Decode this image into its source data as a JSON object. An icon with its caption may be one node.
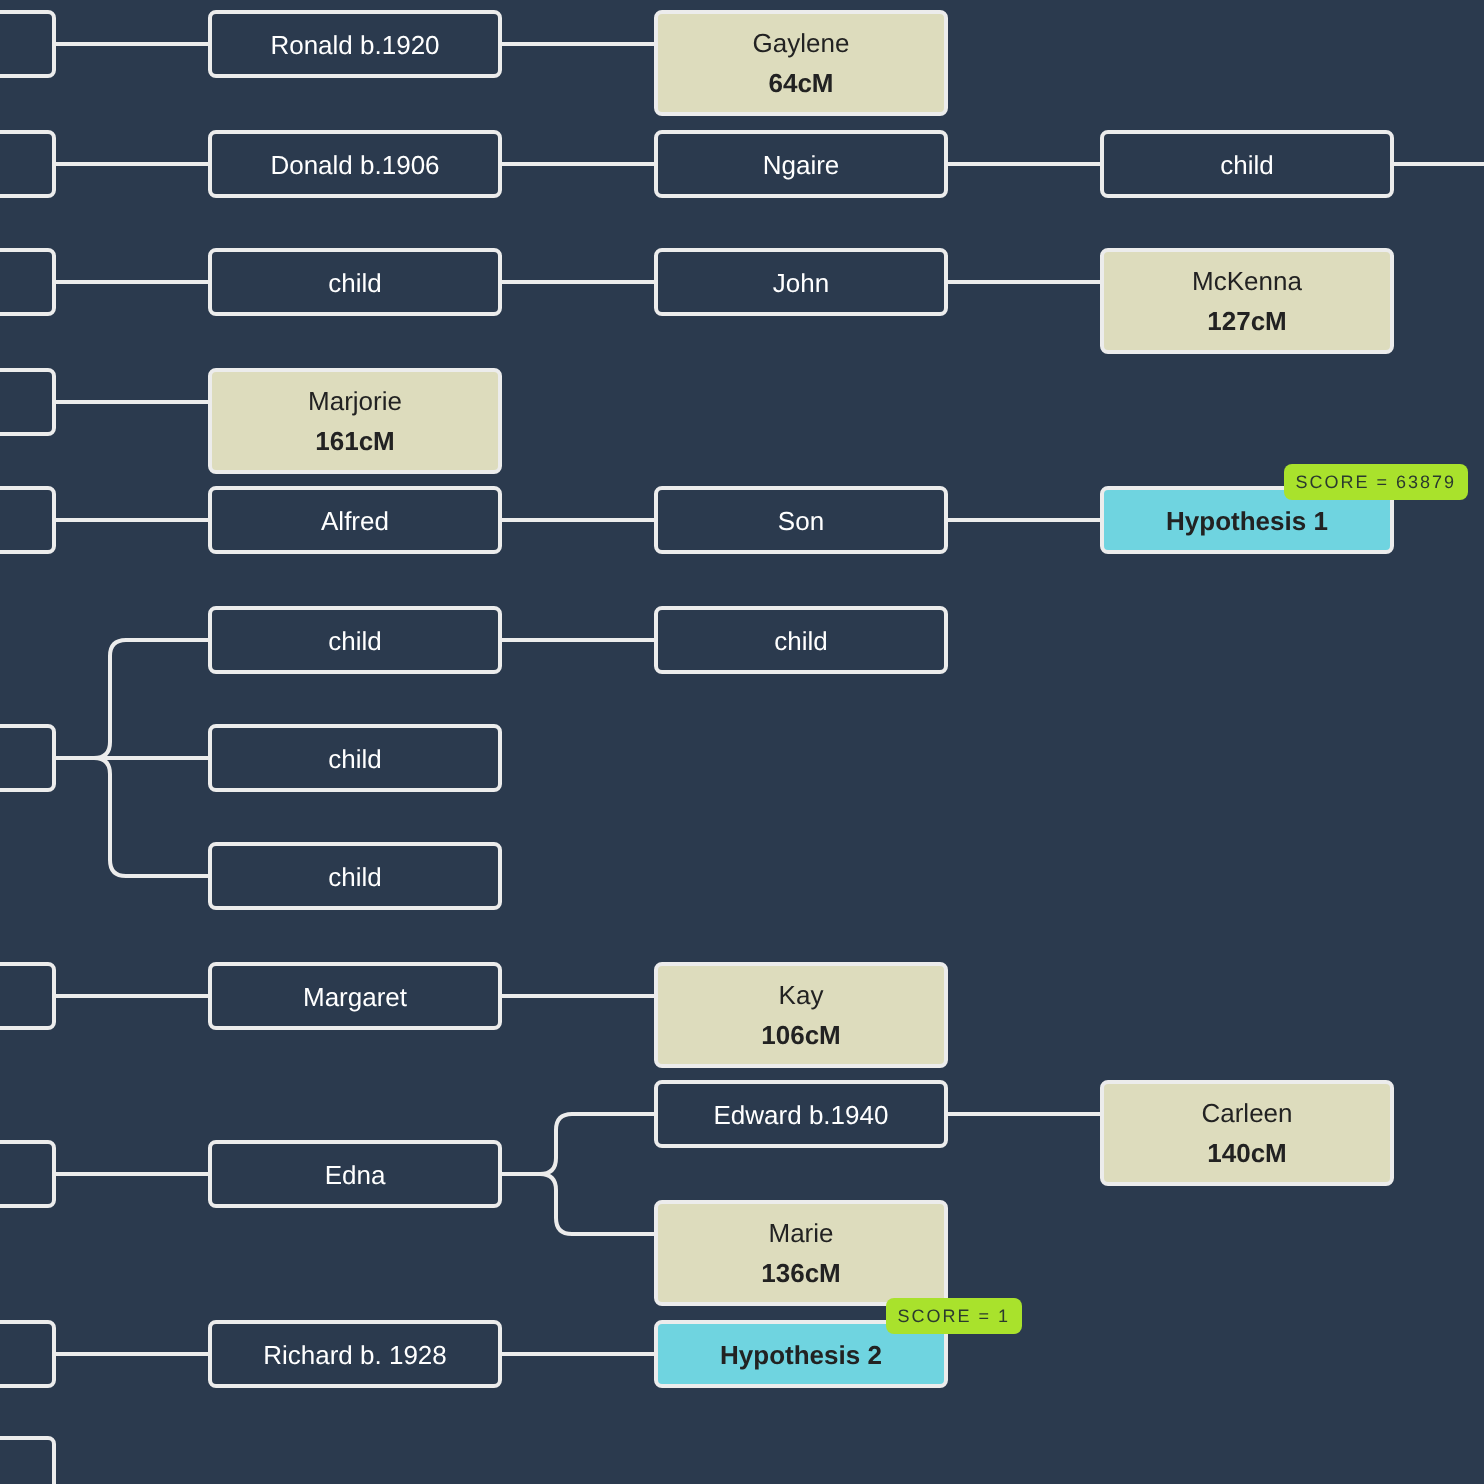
{
  "diagram": {
    "nodes": [
      {
        "text": [],
        "shape": "box"
      },
      {
        "text": [
          "Ronald b.1920"
        ]
      },
      {
        "text": [
          "Gaylene",
          "64cM"
        ]
      },
      {
        "text": [],
        "shape": "box"
      },
      {
        "text": [
          "Donald b.1906"
        ]
      },
      {
        "text": [
          "Ngaire"
        ]
      },
      {
        "text": [
          "child"
        ]
      },
      {
        "text": [],
        "shape": "box"
      },
      {
        "text": [
          "child"
        ]
      },
      {
        "text": [
          "John"
        ]
      },
      {
        "text": [
          "McKenna",
          "127cM"
        ]
      },
      {
        "text": [],
        "shape": "box"
      },
      {
        "text": [
          "Marjorie",
          "161cM"
        ]
      },
      {
        "text": [],
        "shape": "box"
      },
      {
        "text": [
          "Alfred"
        ]
      },
      {
        "text": [
          "Son"
        ]
      },
      {
        "text": [
          "Hypothesis 1"
        ],
        "beside": [
          "SCORE = 63879"
        ]
      },
      {
        "text": [
          "child"
        ]
      },
      {
        "text": [
          "child"
        ]
      },
      {
        "text": [],
        "shape": "box"
      },
      {
        "text": [
          "child"
        ]
      },
      {
        "text": [
          "child"
        ]
      },
      {
        "text": [],
        "shape": "box"
      },
      {
        "text": [
          "Margaret"
        ]
      },
      {
        "text": [
          "Kay",
          "106cM"
        ]
      },
      {
        "text": [
          "Edward b.1940"
        ]
      },
      {
        "text": [
          "Carleen",
          "140cM"
        ]
      },
      {
        "text": [],
        "shape": "box"
      },
      {
        "text": [
          "Edna"
        ]
      },
      {
        "text": [
          "Marie",
          "136cM"
        ]
      },
      {
        "text": [],
        "shape": "box"
      },
      {
        "text": [
          "Richard b. 1928"
        ]
      },
      {
        "text": [
          "Hypothesis 2"
        ],
        "beside": [
          "SCORE = 1"
        ]
      },
      {
        "text": [],
        "shape": "box"
      }
    ],
    "edges": [
      {
        "from": 0,
        "to": 1,
        "arrow": "none"
      },
      {
        "from": 1,
        "to": 2,
        "arrow": "none"
      },
      {
        "from": 3,
        "to": 4,
        "arrow": "none"
      },
      {
        "from": 4,
        "to": 5,
        "arrow": "none"
      },
      {
        "from": 5,
        "to": 6,
        "arrow": "none"
      },
      {
        "from": 6,
        "to": null,
        "arrow": "none"
      },
      {
        "from": 7,
        "to": 8,
        "arrow": "none"
      },
      {
        "from": 8,
        "to": 9,
        "arrow": "none"
      },
      {
        "from": 9,
        "to": 10,
        "arrow": "none"
      },
      {
        "from": 11,
        "to": 12,
        "arrow": "none"
      },
      {
        "from": 13,
        "to": 14,
        "arrow": "none"
      },
      {
        "from": 14,
        "to": 15,
        "arrow": "none"
      },
      {
        "from": 15,
        "to": 16,
        "arrow": "none"
      },
      {
        "from": 19,
        "to": 17,
        "arrow": "none"
      },
      {
        "from": 17,
        "to": 18,
        "arrow": "none"
      },
      {
        "from": 19,
        "to": 20,
        "arrow": "none"
      },
      {
        "from": 19,
        "to": 21,
        "arrow": "none"
      },
      {
        "from": 22,
        "to": 23,
        "arrow": "none"
      },
      {
        "from": 23,
        "to": 24,
        "arrow": "none"
      },
      {
        "from": 27,
        "to": 28,
        "arrow": "none"
      },
      {
        "from": 28,
        "to": 25,
        "arrow": "none"
      },
      {
        "from": 28,
        "to": 29,
        "arrow": "none"
      },
      {
        "from": 25,
        "to": 26,
        "arrow": "none"
      },
      {
        "from": 30,
        "to": 31,
        "arrow": "none"
      },
      {
        "from": 31,
        "to": 32,
        "arrow": "none"
      }
    ]
  }
}
